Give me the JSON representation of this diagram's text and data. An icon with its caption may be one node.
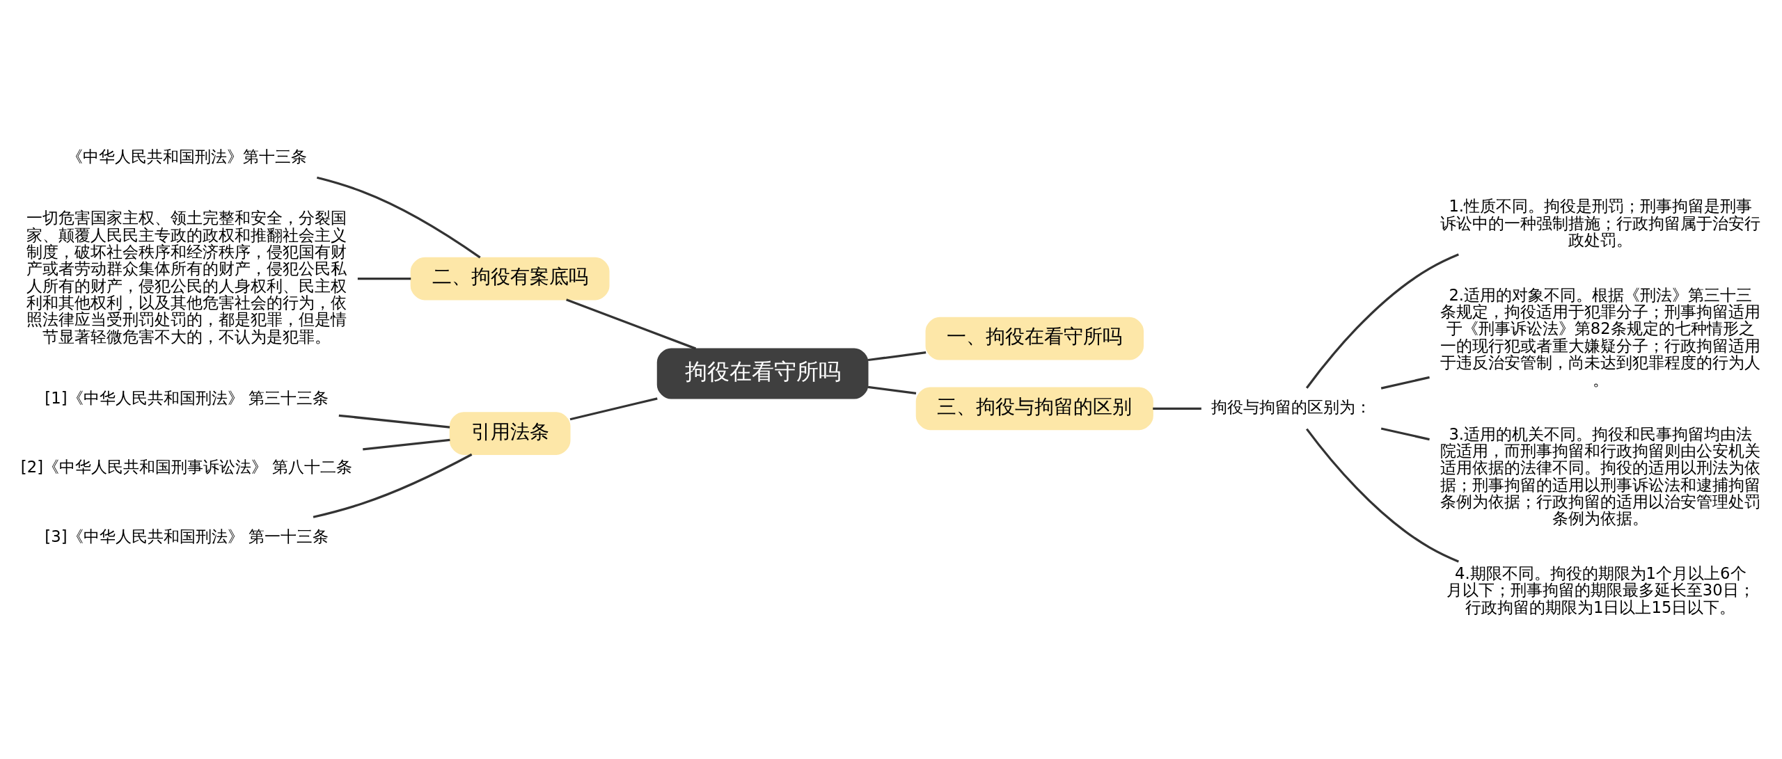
{
  "diagram": {
    "nodes": [
      {
        "text": [
          "拘役在看守所吗"
        ]
      },
      {
        "text": [
          "一、拘役在看守所吗"
        ]
      },
      {
        "text": [
          "二、拘役有案底吗"
        ]
      },
      {
        "text": [
          "《中华人民共和国刑法》第十三条"
        ]
      },
      {
        "text": [
          "一切危害国家主权、领土完整和安全，分裂国家、颠覆人民民主专政的政权和推翻社会主义制度，破坏社会秩序和经济秩序，侵犯国有财产或者劳动群众集体所有的财产，侵犯公民私人所有的财产，侵犯公民的人身权利、民主权利和其他权利，以及其他危害社会的行为，依照法律应当受刑罚处罚的，都是犯罪，但是情节显著轻微危害不大的，不认为是犯罪。"
        ]
      },
      {
        "text": [
          "引用法条"
        ]
      },
      {
        "text": [
          "[1]《中华人民共和国刑法》 第三十三条"
        ]
      },
      {
        "text": [
          "[2]《中华人民共和国刑事诉讼法》 第八十二条"
        ]
      },
      {
        "text": [
          "[3]《中华人民共和国刑法》 第一十三条"
        ]
      },
      {
        "text": [
          "三、拘役与拘留的区别"
        ]
      },
      {
        "text": [
          "拘役与拘留的区别为："
        ]
      },
      {
        "text": [
          "1.性质不同。拘役是刑罚；刑事拘留是刑事诉讼中的一种强制措施；行政拘留属于治安行政处罚。"
        ]
      },
      {
        "text": [
          "2.适用的对象不同。根据《刑法》第三十三条规定，拘役适用于犯罪分子；刑事拘留适用于《刑事诉讼法》第82条规定的七种情形之一的现行犯或者重大嫌疑分子；行政拘留适用于违反治安管制，尚未达到犯罪程度的行为人。"
        ]
      },
      {
        "text": [
          "3.适用的机关不同。拘役和民事拘留均由法院适用，而刑事拘留和行政拘留则由公安机关适用依据的法律不同。拘役的适用以刑法为依据；刑事拘留的适用以刑事诉讼法和逮捕拘留条例为依据；行政拘留的适用以治安管理处罚条例为依据。"
        ]
      },
      {
        "text": [
          "4.期限不同。拘役的期限为1个月以上6个月以下；刑事拘留的期限最多延长至30日；行政拘留的期限为1日以上15日以下。"
        ]
      }
    ],
    "edges": [
      {
        "from": 0,
        "to": 1,
        "arrow": "none"
      },
      {
        "from": 2,
        "to": 0,
        "arrow": "none"
      },
      {
        "from": 3,
        "to": 2,
        "arrow": "none"
      },
      {
        "from": 4,
        "to": 2,
        "arrow": "none"
      },
      {
        "from": 5,
        "to": 0,
        "arrow": "none"
      },
      {
        "from": 6,
        "to": 5,
        "arrow": "none"
      },
      {
        "from": 7,
        "to": 5,
        "arrow": "none"
      },
      {
        "from": 8,
        "to": 5,
        "arrow": "none"
      },
      {
        "from": 0,
        "to": 9,
        "arrow": "none"
      },
      {
        "from": 9,
        "to": 10,
        "arrow": "none"
      },
      {
        "from": 10,
        "to": 11,
        "arrow": "none"
      },
      {
        "from": 10,
        "to": 12,
        "arrow": "none"
      },
      {
        "from": 10,
        "to": 13,
        "arrow": "none"
      },
      {
        "from": 10,
        "to": 14,
        "arrow": "none"
      }
    ]
  }
}
